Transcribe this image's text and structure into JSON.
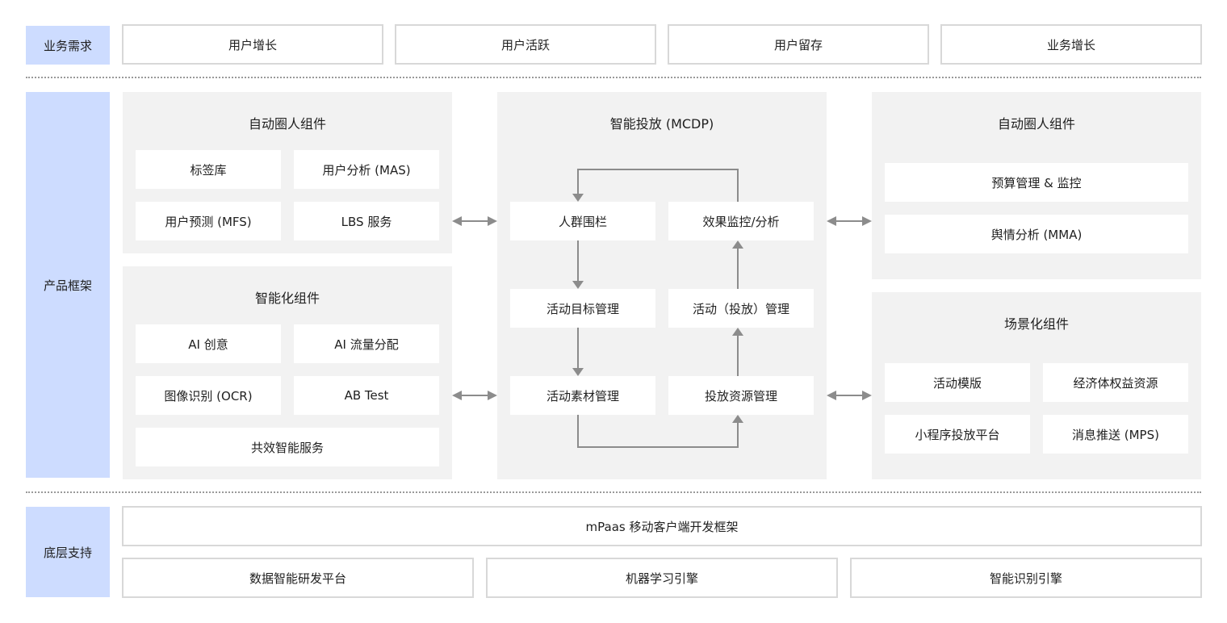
{
  "rows": {
    "business_needs": {
      "label": "业务需求",
      "items": [
        "用户增长",
        "用户活跃",
        "用户留存",
        "业务增长"
      ]
    },
    "product_framework": {
      "label": "产品框架",
      "left_top": {
        "title": "自动圈人组件",
        "items": [
          "标签库",
          "用户分析 (MAS)",
          "用户预测 (MFS)",
          "LBS 服务"
        ]
      },
      "left_bottom": {
        "title": "智能化组件",
        "items": [
          "AI 创意",
          "AI 流量分配",
          "图像识别 (OCR)",
          "AB Test",
          "共效智能服务"
        ]
      },
      "center": {
        "title": "智能投放 (MCDP)",
        "items": {
          "crowd_fence": "人群围栏",
          "effect_monitor": "效果监控/分析",
          "activity_goal": "活动目标管理",
          "activity_delivery": "活动（投放）管理",
          "activity_material": "活动素材管理",
          "delivery_resource": "投放资源管理"
        }
      },
      "right_top": {
        "title": "自动圈人组件",
        "items": [
          "预算管理 & 监控",
          "舆情分析 (MMA)"
        ]
      },
      "right_bottom": {
        "title": "场景化组件",
        "items": [
          "活动模版",
          "经济体权益资源",
          "小程序投放平台",
          "消息推送 (MPS)"
        ]
      }
    },
    "base_support": {
      "label": "底层支持",
      "top": "mPaas 移动客户端开发框架",
      "items": [
        "数据智能研发平台",
        "机器学习引擎",
        "智能识别引擎"
      ]
    }
  },
  "colors": {
    "side_label_bg": "#cddcff",
    "panel_bg": "#f2f2f2",
    "box_border": "#d8d8d8",
    "arrow": "#8c8c8c"
  }
}
